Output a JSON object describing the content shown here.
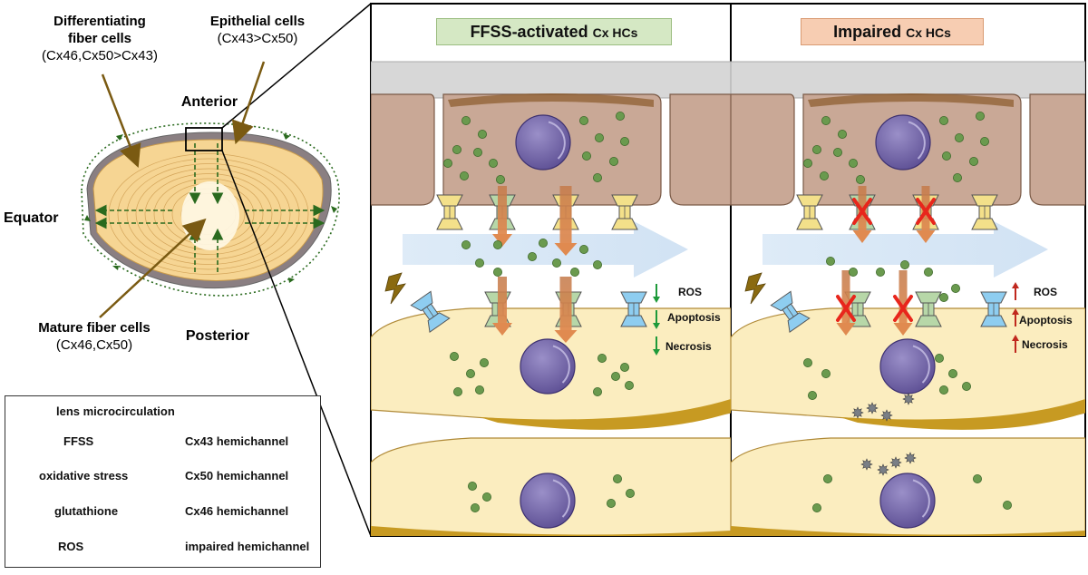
{
  "lens": {
    "differentiating_fiber_cells": {
      "title": "Differentiating fiber cells",
      "sub": "(Cx46,Cx50>Cx43)"
    },
    "epithelial_cells": {
      "title": "Epithelial cells",
      "sub": "(Cx43>Cx50)"
    },
    "mature_fiber_cells": {
      "title": "Mature fiber cells",
      "sub": "(Cx46,Cx50)"
    },
    "anterior": "Anterior",
    "posterior": "Posterior",
    "equator": "Equator"
  },
  "panels": {
    "left": {
      "title_bold": "FFSS-activated",
      "title_small": "Cx HCs",
      "title_bg": "#d5e8c4",
      "ros": "ROS",
      "apoptosis": "Apoptosis",
      "necrosis": "Necrosis",
      "arrow_color": "#1e9a3a",
      "direction": "down"
    },
    "right": {
      "title_bold": "Impaired",
      "title_small": "Cx HCs",
      "title_bg": "#f7cdb2",
      "ros": "ROS",
      "apoptosis": "Apoptosis",
      "necrosis": "Necrosis",
      "arrow_color": "#c0281e",
      "direction": "up"
    }
  },
  "legend": {
    "microcirculation": "lens microcirculation",
    "ffss": "FFSS",
    "oxidative_stress": "oxidative stress",
    "glutathione": "glutathione",
    "ros": "ROS",
    "cx43": "Cx43 hemichannel",
    "cx50": "Cx50 hemichannel",
    "cx46": "Cx46 hemichannel",
    "impaired": "impaired hemichannel"
  },
  "colors": {
    "cx43": "#f3e08a",
    "cx50": "#b7d7a8",
    "cx46": "#8ecdf0",
    "glutathione": "#6a9a4e",
    "ros": "#7a7f86",
    "nucleus": "#7d6fae",
    "fiber": "#fbedbf",
    "epithelium": "#c9a896",
    "ffss_arrow": "#2f74b8",
    "impaired_x": "#e8261c",
    "microcirculation": "#2a6a1e"
  }
}
